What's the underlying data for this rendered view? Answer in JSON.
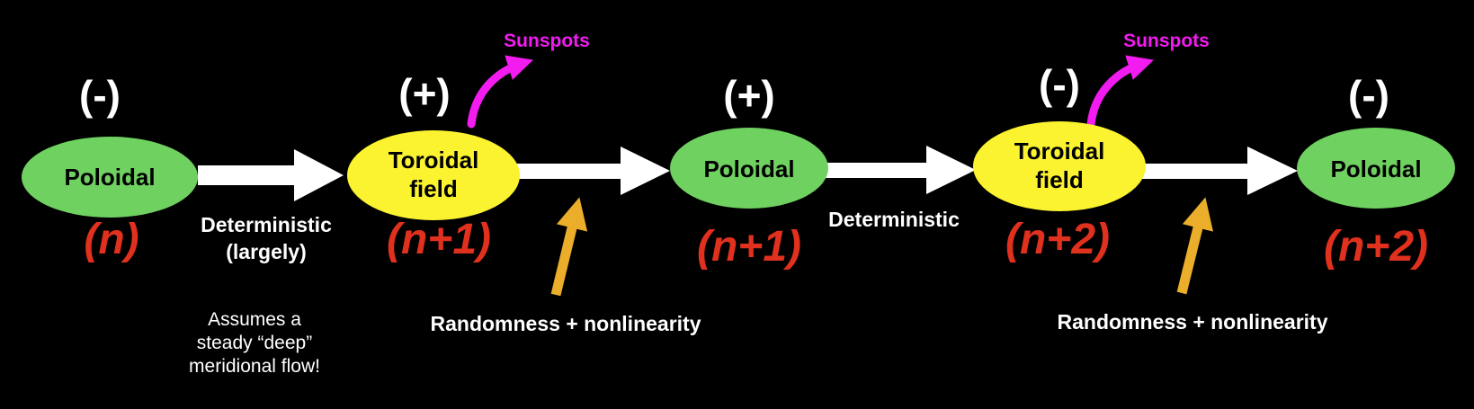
{
  "colors": {
    "background": "#000000",
    "poloidal": "#6fd160",
    "toroidal": "#fbf330",
    "index": "#e0301e",
    "sunspots": "#f21cf0",
    "random_arrow": "#eaae2a",
    "flow_arrow": "#ffffff"
  },
  "nodes": [
    {
      "kind": "poloidal",
      "label": "Poloidal",
      "polarity": "(-)",
      "index": "(n)"
    },
    {
      "kind": "toroidal",
      "label": "Toroidal\nfield",
      "polarity": "(+)",
      "index": "(n+1)"
    },
    {
      "kind": "poloidal",
      "label": "Poloidal",
      "polarity": "(+)",
      "index": "(n+1)"
    },
    {
      "kind": "toroidal",
      "label": "Toroidal\nfield",
      "polarity": "(-)",
      "index": "(n+2)"
    },
    {
      "kind": "poloidal",
      "label": "Poloidal",
      "polarity": "(-)",
      "index": "(n+2)"
    }
  ],
  "transitions": [
    {
      "label": "Deterministic\n(largely)"
    },
    {
      "label": "Randomness + nonlinearity"
    },
    {
      "label": "Deterministic"
    },
    {
      "label": "Randomness + nonlinearity"
    }
  ],
  "sunspots": [
    {
      "label": "Sunspots"
    },
    {
      "label": "Sunspots"
    }
  ],
  "note": "Assumes a\nsteady “deep”\nmeridional flow!"
}
